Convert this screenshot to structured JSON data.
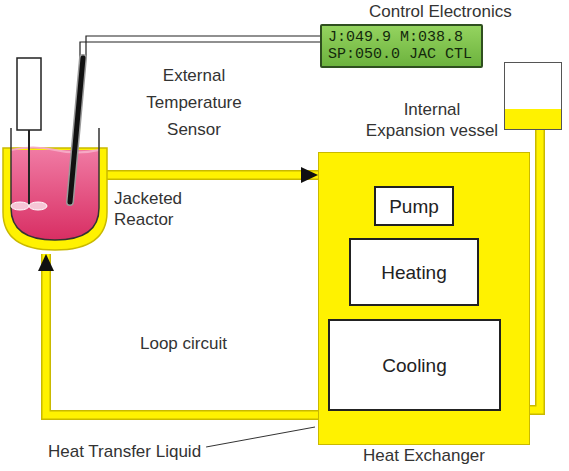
{
  "diagram": {
    "nodes": [
      {
        "text": [
          "Control Electronics",
          "J:049.9 M:038.8 SP:050.0 JAC CTL"
        ]
      },
      {
        "text": [
          "Jacketed Reactor"
        ]
      },
      {
        "text": [
          "Internal Expansion vessel"
        ]
      },
      {
        "text": [
          "Heat Exchanger"
        ]
      },
      {
        "text": [
          "Pump"
        ],
        "in": 3
      },
      {
        "text": [
          "Heating"
        ],
        "in": 3
      },
      {
        "text": [
          "Cooling"
        ],
        "in": 3
      }
    ],
    "edges": [
      {
        "from": 1,
        "to": 3,
        "arrow": "to"
      },
      {
        "from": 3,
        "to": 1,
        "arrow": "to"
      },
      {
        "from": 2,
        "to": 3,
        "arrow": "none"
      }
    ],
    "labels": [
      "External Temperature Sensor",
      "Loop circuit",
      "Heat Transfer Liquid"
    ]
  }
}
